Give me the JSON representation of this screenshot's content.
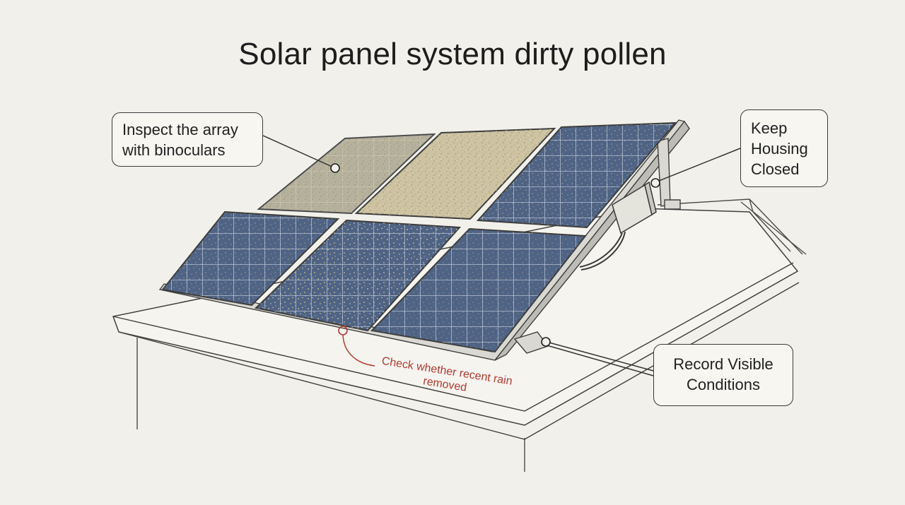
{
  "title": "Solar panel system dirty pollen",
  "callouts": {
    "inspect": {
      "line1": "Inspect the array",
      "line2": "with binoculars"
    },
    "housing": {
      "line1": "Keep",
      "line2": "Housing",
      "line3": "Closed"
    },
    "record": {
      "line1": "Record Visible",
      "line2": "Conditions"
    },
    "rain": {
      "text": "Check whether recent rain removed"
    }
  },
  "colors": {
    "background": "#f1f0ea",
    "clean_panel": "#4f6385",
    "pollen_panel": "#cfc6a8",
    "annotation_red": "#b53a30",
    "ink": "#3a3a3a"
  }
}
